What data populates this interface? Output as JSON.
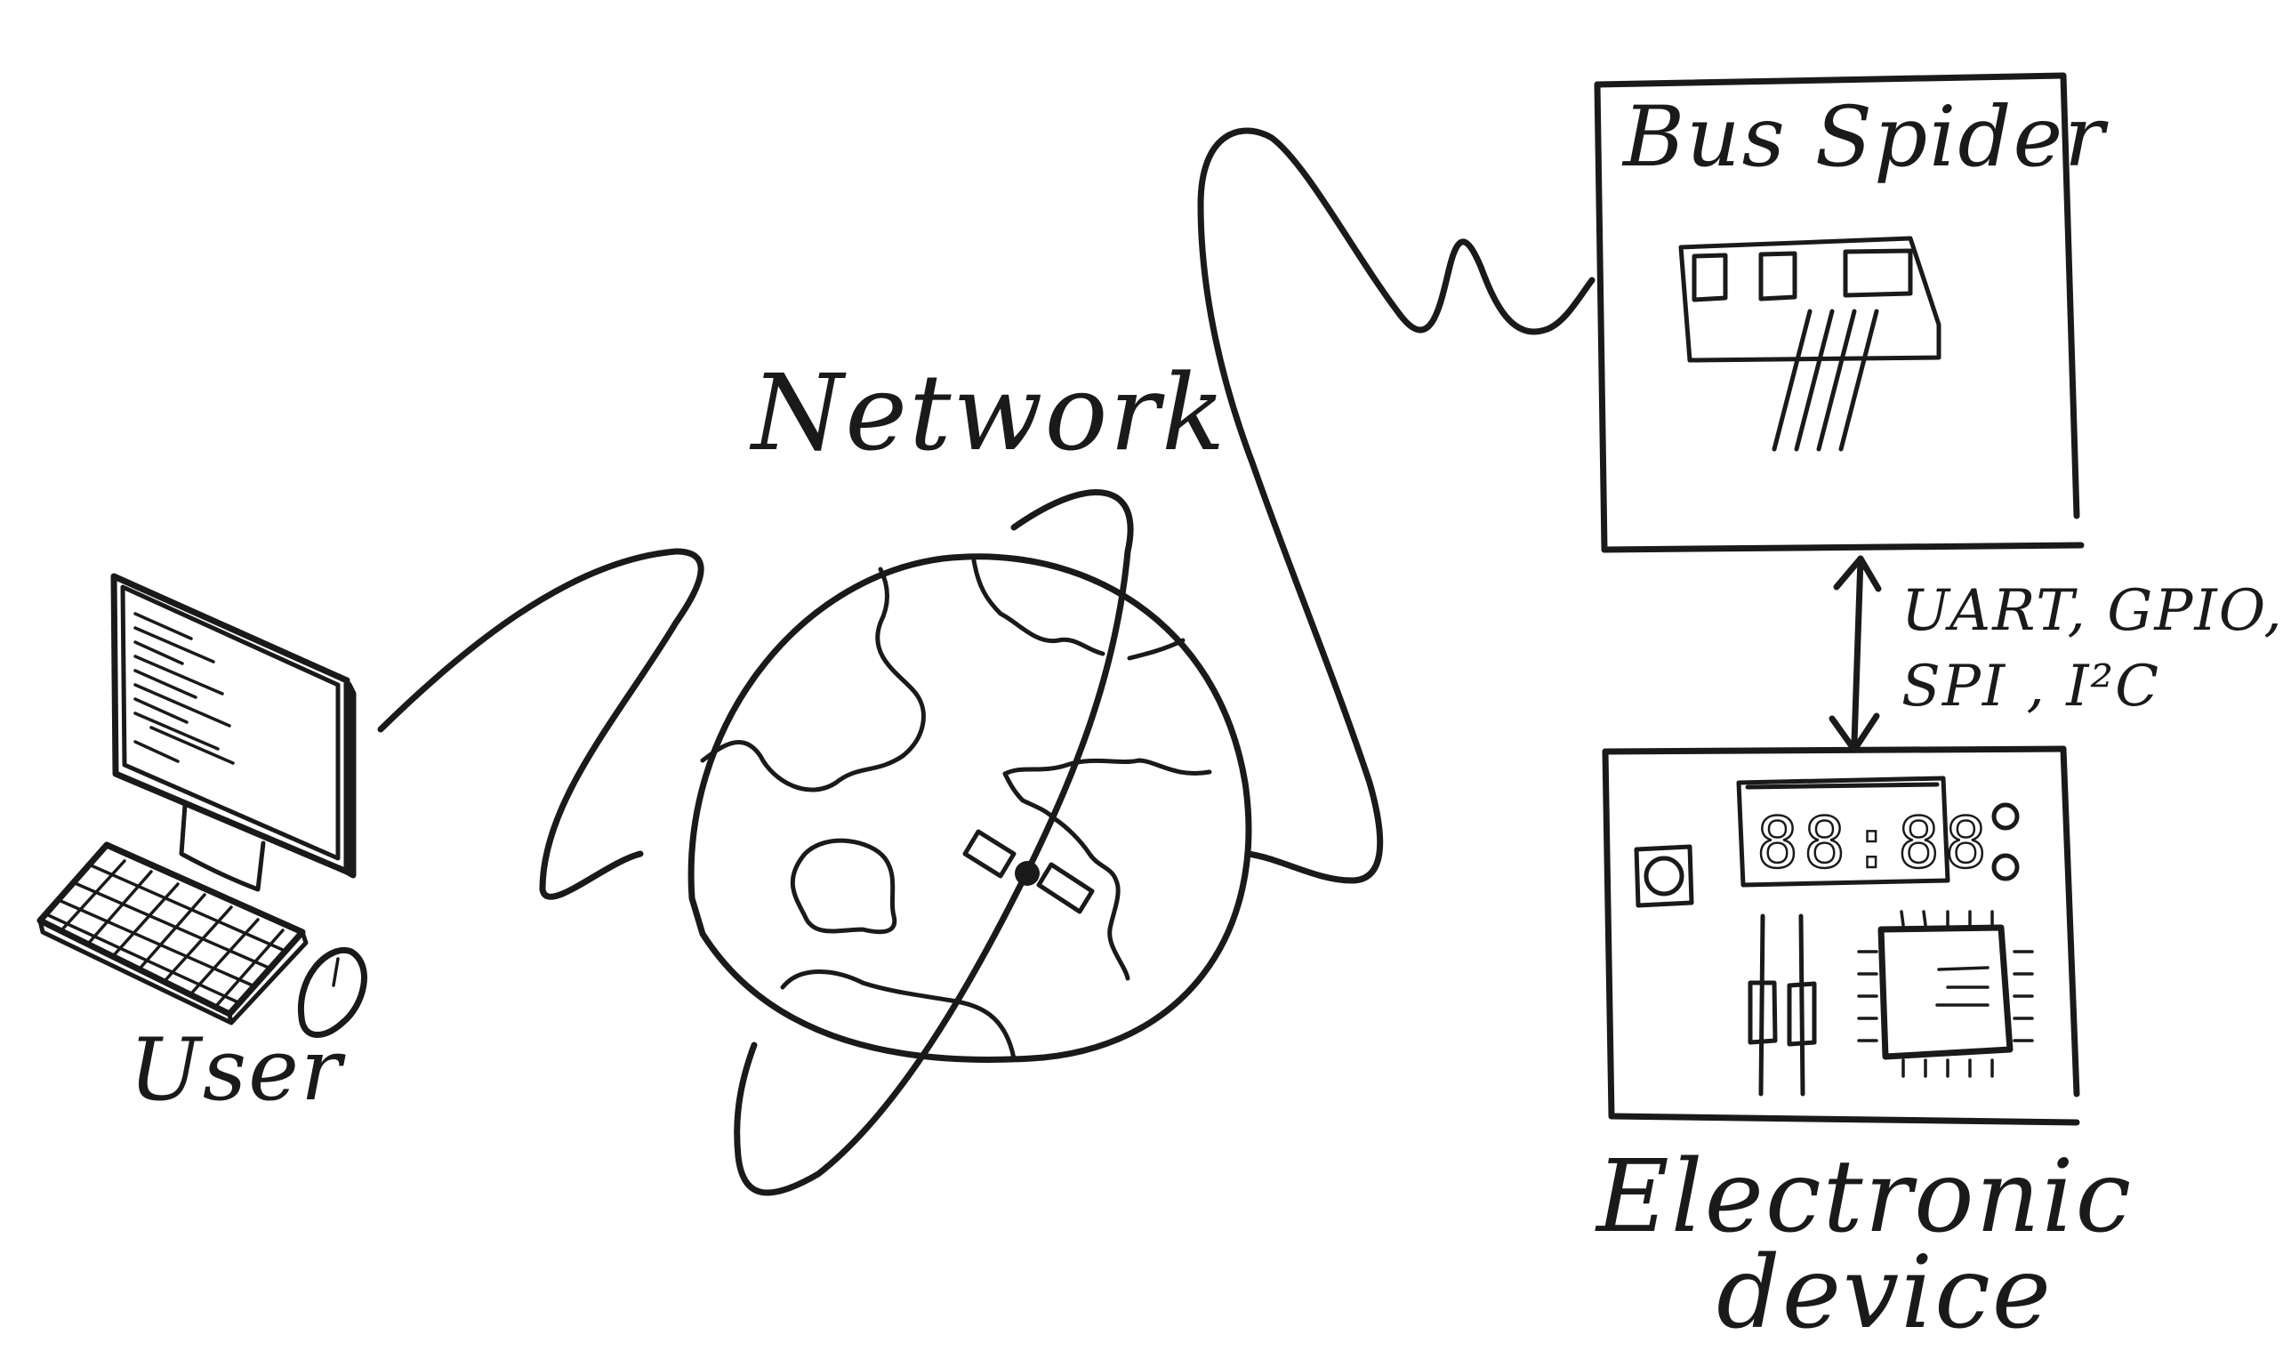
{
  "labels": {
    "network": "Network",
    "user": "User",
    "bus_spider": "Bus Spider",
    "protocols_line1": "UART, GPIO,",
    "protocols_line2": "SPI , I²C",
    "device_line1": "Electronic",
    "device_line2": "device"
  },
  "display_digits": "88:88",
  "colors": {
    "ink": "#1a1a1a",
    "background": "#ffffff"
  },
  "icons": [
    "computer-monitor-icon",
    "keyboard-icon",
    "mouse-icon",
    "globe-icon",
    "satellite-icon",
    "bus-spider-board-icon",
    "electronic-board-icon"
  ]
}
